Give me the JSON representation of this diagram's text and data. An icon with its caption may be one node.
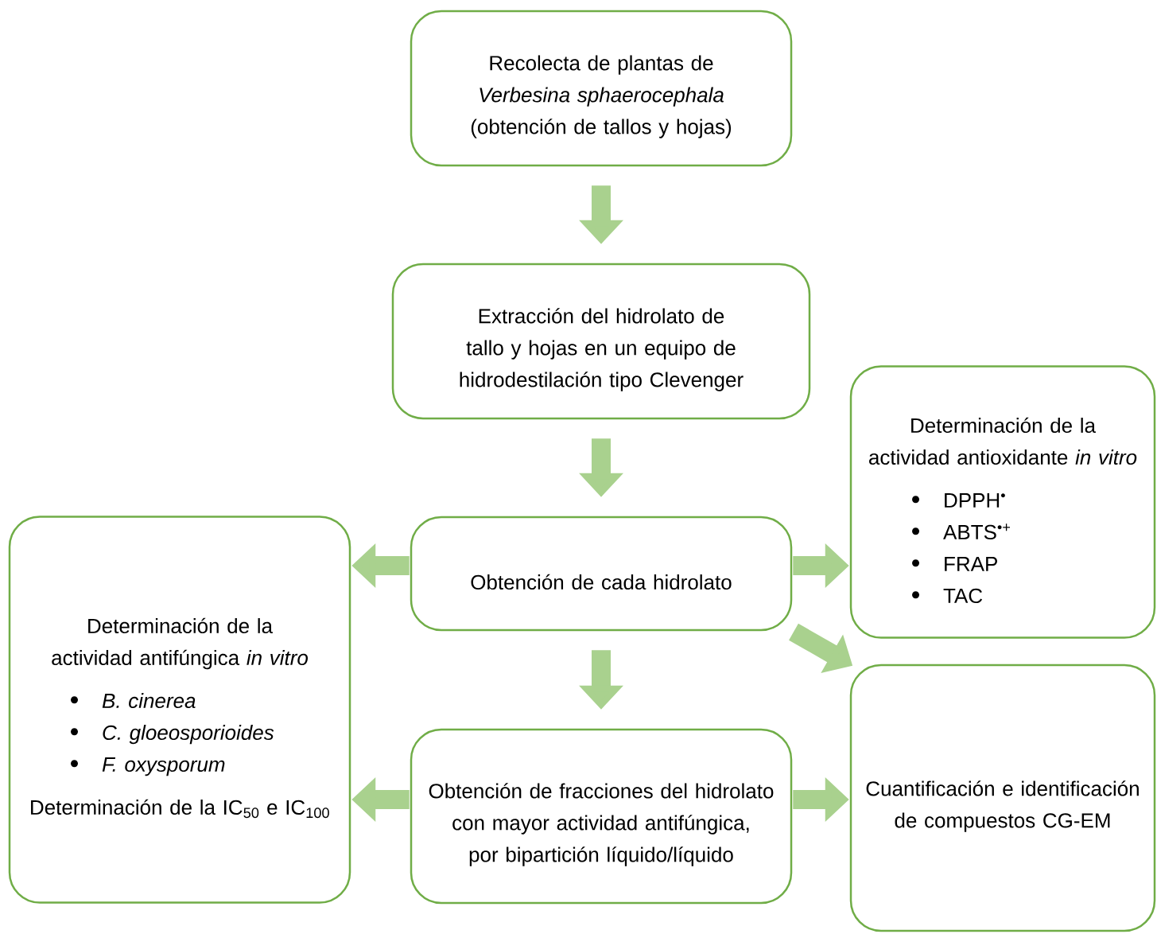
{
  "diagram": {
    "nodes": [
      {
        "text": [
          "Recolecta de plantas de *Verbesina sphaerocephala* (obtención de tallos y hojas)"
        ]
      },
      {
        "text": [
          "Extracción del hidrolato de tallo y hojas en un equipo de hidrodestilación tipo Clevenger"
        ]
      },
      {
        "text": [
          "Obtención de cada hidrolato"
        ]
      },
      {
        "text": [
          "Determinación de la actividad antioxidante *in vitro*",
          "DPPH$^{•}$",
          "ABTS$^{•+}$",
          "FRAP",
          "TAC"
        ]
      },
      {
        "text": [
          "Determinación de la actividad antifúngica *in vitro*",
          "B. cinerea",
          "C. gloeosporioides",
          "F. oxysporum",
          "Determinación de la IC$_{50}$ e IC$_{100}$"
        ]
      },
      {
        "text": [
          "Obtención de fracciones del hidrolato con mayor actividad antifúngica, por bipartición líquido/líquido"
        ]
      },
      {
        "text": [
          "Cuantificación e identificación de compuestos CG-EM"
        ]
      }
    ],
    "edges": [
      {
        "from": 0,
        "to": 1,
        "arrow": "to"
      },
      {
        "from": 1,
        "to": 2,
        "arrow": "to"
      },
      {
        "from": 2,
        "to": 4,
        "arrow": "to"
      },
      {
        "from": 2,
        "to": 3,
        "arrow": "to"
      },
      {
        "from": 2,
        "to": 6,
        "arrow": "to"
      },
      {
        "from": 2,
        "to": 5,
        "arrow": "to"
      },
      {
        "from": 5,
        "to": 4,
        "arrow": "to"
      },
      {
        "from": 5,
        "to": 6,
        "arrow": "to"
      }
    ]
  }
}
